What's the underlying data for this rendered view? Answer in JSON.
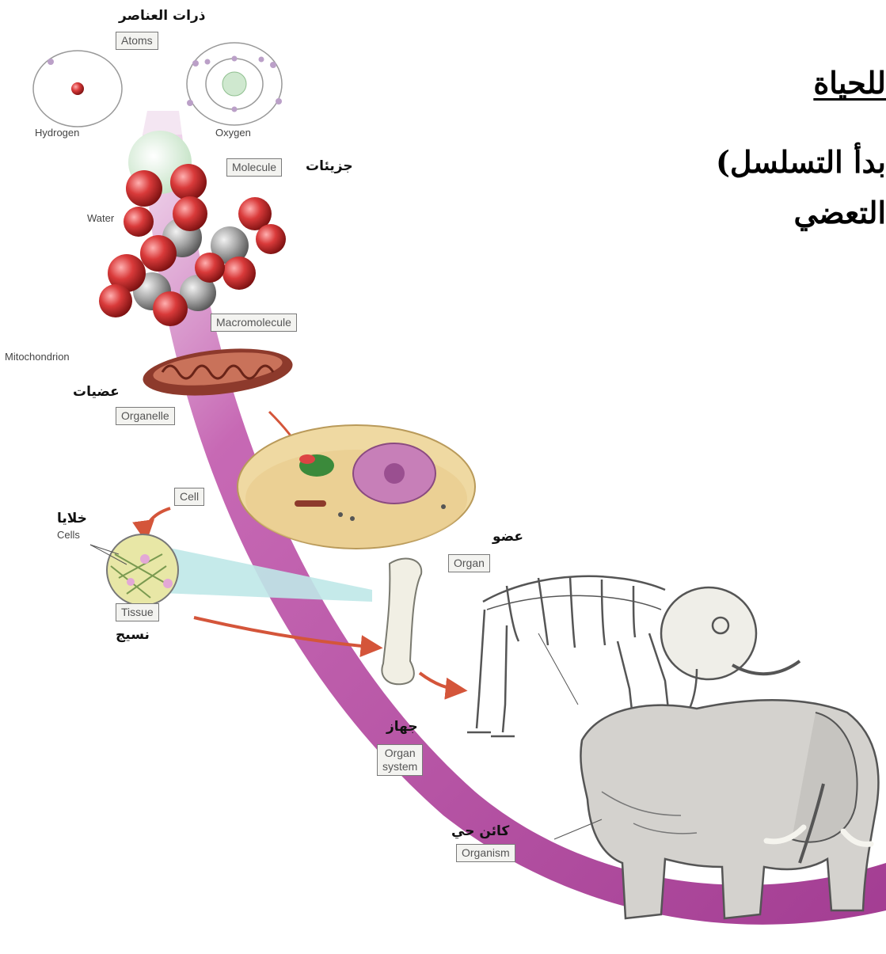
{
  "heading": {
    "line1": "للحياة",
    "line2": "بدأ التسلسل)",
    "line3": "التعضي"
  },
  "levels": {
    "atoms": {
      "ar": "ذرات العناصر",
      "en": "Atoms"
    },
    "hydrogen": "Hydrogen",
    "oxygen": "Oxygen",
    "molecule": {
      "ar": "جزيئات",
      "en": "Molecule"
    },
    "water": "Water",
    "macromolecule": "Macromolecule",
    "mitochondrion": "Mitochondrion",
    "organelle": {
      "ar": "عضيات",
      "en": "Organelle"
    },
    "cell": "Cell",
    "cells": {
      "ar": "خلايا",
      "en": "Cells"
    },
    "tissue": {
      "ar": "نسيج",
      "en": "Tissue"
    },
    "organ": {
      "ar": "عضو",
      "en": "Organ"
    },
    "organ_system": {
      "ar": "جهاز",
      "en_line1": "Organ",
      "en_line2": "system"
    },
    "organism": {
      "ar": "كائن حي",
      "en": "Organism"
    }
  },
  "colors": {
    "band": "#b0409a",
    "band_light": "#e6b8dc",
    "atom_red": "#d93a3a",
    "carbon_gray": "#a8a8a8",
    "arrow": "#d4553a",
    "tissue_wedge": "#bfe8e8",
    "cell_body": "#efd9a2",
    "nucleus": "#c77fb8"
  }
}
